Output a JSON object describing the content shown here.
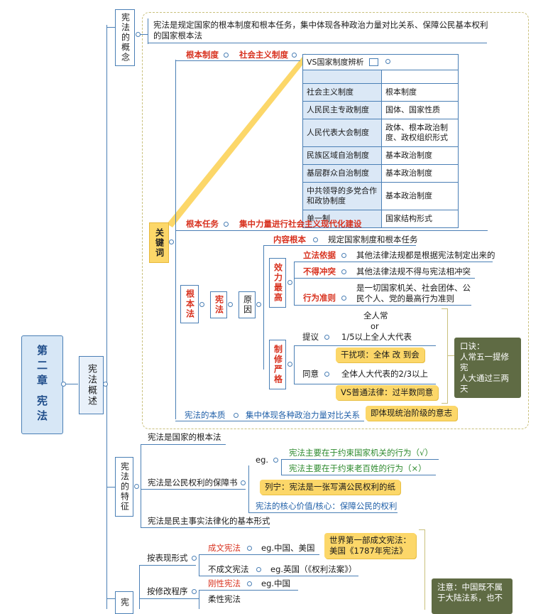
{
  "chapter": {
    "title_line1": "第二章",
    "title_line2": "宪法"
  },
  "overview_label": "宪法概述",
  "concept": {
    "label": "宪法的概念",
    "definition_line1": "宪法是规定国家的根本制度和根本任务，集中体现各种政治力量对比关系、保障公民基本权利",
    "definition_line2": "的国家根本法"
  },
  "keywords": {
    "label": "关键词",
    "fundamental_system": {
      "label": "根本制度",
      "value": "社会主义制度"
    },
    "vs_table": {
      "title": "VS国家制度辨析",
      "rows": [
        [
          "社会主义制度",
          "根本制度"
        ],
        [
          "人民民主专政制度",
          "国体、国家性质"
        ],
        [
          "人民代表大会制度",
          "政体、根本政治制度、政权组织形式"
        ],
        [
          "民族区域自治制度",
          "基本政治制度"
        ],
        [
          "基层群众自治制度",
          "基本政治制度"
        ],
        [
          "中共领导的多党合作和政协制度",
          "基本政治制度"
        ],
        [
          "单一制",
          "国家结构形式"
        ]
      ]
    },
    "fundamental_task": {
      "label": "根本任务",
      "value": "集中力量进行社会主义现代化建设"
    },
    "fundamental_law": {
      "label": "根本法",
      "constitution": "宪法",
      "reason": "原因",
      "content": {
        "label": "内容根本",
        "value": "规定国家制度和根本任务"
      },
      "effect": {
        "label": "效力最高",
        "items": [
          {
            "label": "立法依据",
            "value": "其他法律法规都是根据宪法制定出来的"
          },
          {
            "label": "不得冲突",
            "value": "其他法律法规不得与宪法相冲突"
          },
          {
            "label": "行为准则",
            "value_line1": "是一切国家机关、社会团体、公",
            "value_line2": "民个人、党的最高行为准则"
          }
        ]
      },
      "strict": {
        "label": "制修严格",
        "proposal": {
          "label": "提议",
          "option1": "全人常",
          "or": "or",
          "option2": "1/5以上全人大代表"
        },
        "interference": "干扰项：全体 改 到会",
        "approval": {
          "label": "同意",
          "value": "全体人大代表的2/3以上"
        },
        "vs_ordinary": "VS普通法律：过半数同意",
        "mnemonic": {
          "line1": "口诀：",
          "line2": "人常五一提修宪",
          "line3": "人大通过三两天"
        }
      }
    },
    "essence": {
      "label": "宪法的本质",
      "value": "集中体现各种政治力量对比关系",
      "note": "即体现统治阶级的意志"
    }
  },
  "features": {
    "label": "宪法的特征",
    "f1": "宪法是国家的根本法",
    "f2": "宪法是公民权利的保障书",
    "eg": "eg.",
    "right": "宪法主要在于约束国家机关的行为（√）",
    "wrong": "宪法主要在于约束老百姓的行为（×）",
    "lenin": "列宁：宪法是一张写满公民权利的纸",
    "core": "宪法的核心价值/核心：保障公民的权利",
    "f3": "宪法是民主事实法律化的基本形式"
  },
  "classification": {
    "label": "宪",
    "by_form": {
      "label": "按表现形式",
      "written": {
        "label": "成文宪法",
        "eg": "eg.中国、美国"
      },
      "first_written": {
        "line1": "世界第一部成文宪法：",
        "line2": "美国《1787年宪法》"
      },
      "unwritten": {
        "label": "不成文宪法",
        "eg": "eg.英国（《权利法案》）"
      }
    },
    "by_procedure": {
      "label": "按修改程序",
      "rigid": {
        "label": "刚性宪法",
        "eg": "eg.中国"
      },
      "flexible": {
        "label": "柔性宪法"
      }
    },
    "note": {
      "line1": "注意：中国既不属",
      "line2": "于大陆法系，也不"
    }
  }
}
